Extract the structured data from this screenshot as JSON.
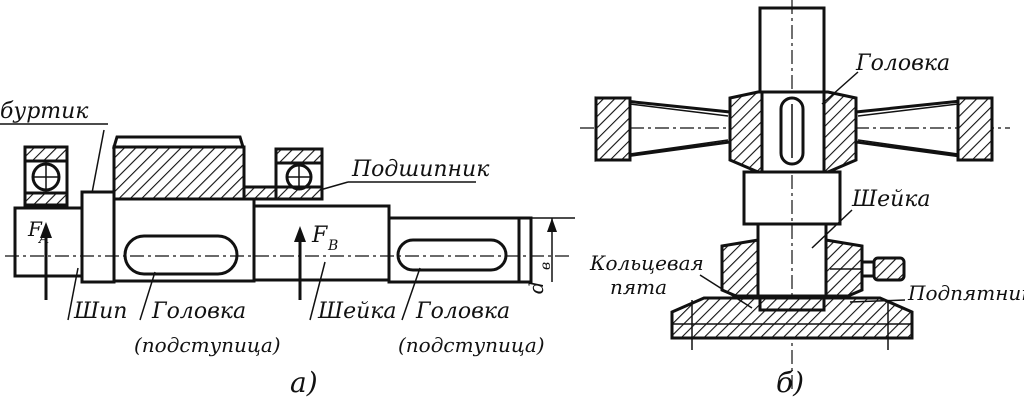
{
  "figure_a": {
    "caption": "а)",
    "labels": {
      "collar": "буртик",
      "bearing": "Подшипник",
      "force_a": "F",
      "force_a_sub": "A",
      "force_b": "F",
      "force_b_sub": "B",
      "diameter": "d",
      "diameter_sub": "в",
      "pin": "Шип",
      "head1_line1": "Головка",
      "head1_line2": "(подступица)",
      "neck": "Шейка",
      "head2_line1": "Головка",
      "head2_line2": "(подступица)"
    }
  },
  "figure_b": {
    "caption": "б)",
    "labels": {
      "head": "Головка",
      "neck": "Шейка",
      "ring_line1": "Кольцевая",
      "ring_line2": "пята",
      "thrust_bearing": "Подпятник"
    }
  }
}
